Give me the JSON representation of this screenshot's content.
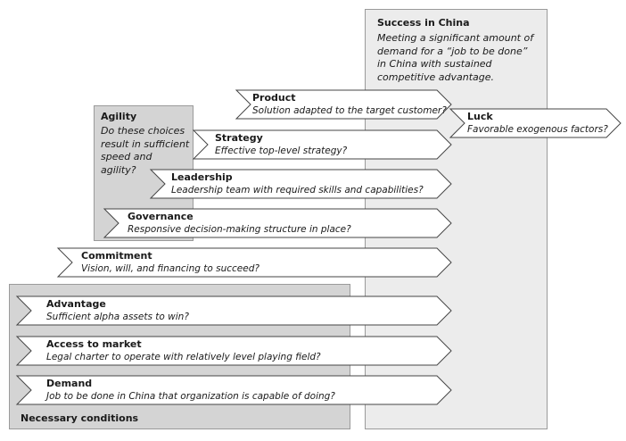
{
  "success": {
    "title": "Success in China",
    "description": "Meeting a significant amount of demand for a “job to be done” in China with sustained competitive advantage."
  },
  "agility": {
    "title": "Agility",
    "description": "Do these choices result in sufficient speed and agility?"
  },
  "necessary": {
    "title": "Necessary conditions"
  },
  "luck": {
    "title": "Luck",
    "subtitle": "Favorable exogenous factors?"
  },
  "arrows": [
    {
      "key": "product",
      "title": "Product",
      "subtitle": "Solution adapted to the target customer?"
    },
    {
      "key": "strategy",
      "title": "Strategy",
      "subtitle": "Effective top-level strategy?"
    },
    {
      "key": "leadership",
      "title": "Leadership",
      "subtitle": "Leadership team with required skills and capabilities?"
    },
    {
      "key": "governance",
      "title": "Governance",
      "subtitle": "Responsive  decision-making structure in place?"
    },
    {
      "key": "commitment",
      "title": "Commitment",
      "subtitle": "Vision, will, and financing to succeed?"
    },
    {
      "key": "advantage",
      "title": "Advantage",
      "subtitle": "Sufficient alpha assets to win?"
    },
    {
      "key": "access",
      "title": "Access to market",
      "subtitle": "Legal charter to operate with relatively level playing field?"
    },
    {
      "key": "demand",
      "title": "Demand",
      "subtitle": "Job to be done in China that organization is capable of doing?"
    }
  ]
}
